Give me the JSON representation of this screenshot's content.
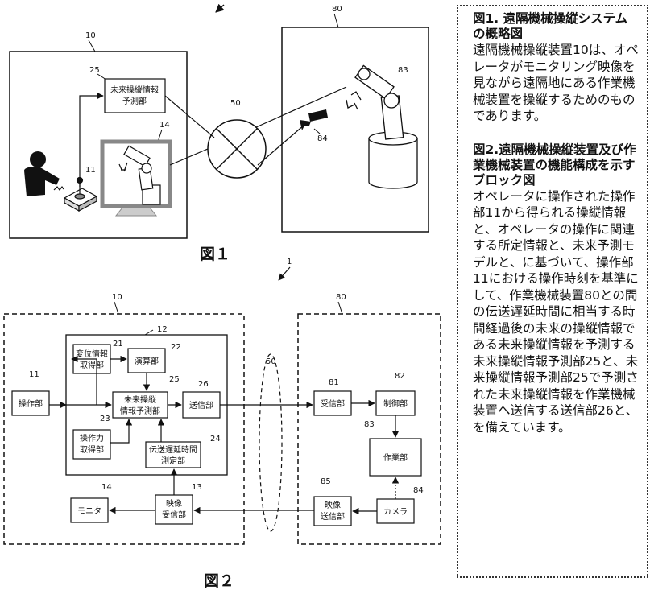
{
  "figure1": {
    "caption": "図１",
    "labels": {
      "n10": "10",
      "n80": "80",
      "n25": "25",
      "n50": "50",
      "n14": "14",
      "n11": "11",
      "n83": "83",
      "n84": "84"
    },
    "box_text": [
      "未来操縦情報",
      "予測部"
    ]
  },
  "figure2": {
    "caption": "図２",
    "labels": {
      "n1": "1",
      "n10": "10",
      "n12": "12",
      "n80": "80",
      "n50": "50",
      "n21": "21",
      "n22": "22",
      "n25": "25",
      "n26": "26",
      "n11": "11",
      "n23": "23",
      "n24": "24",
      "n81": "81",
      "n82": "82",
      "n83": "83",
      "n14": "14",
      "n13": "13",
      "n85": "85",
      "n84": "84"
    },
    "blocks": {
      "henko": [
        "変位情報",
        "取得部"
      ],
      "enzan": "演算部",
      "mirai": [
        "未来操縦",
        "情報予測部"
      ],
      "soshin": "送信部",
      "sosa": "操作部",
      "sosaryoku": [
        "操作力",
        "取得部"
      ],
      "dentatsu": [
        "伝送遅延時間",
        "測定部"
      ],
      "monitor": "モニタ",
      "eizo_jushin": [
        "映像",
        "受信部"
      ],
      "jushin": "受信部",
      "seigyo": "制御部",
      "sagyo": "作業部",
      "camera": "カメラ",
      "eizo_soshin": [
        "映像",
        "送信部"
      ]
    }
  },
  "description": {
    "fig1_title": "図1. 遠隔機械操縦システムの概略図",
    "fig1_body": "遠隔機械操縦装置10は、オペレータがモニタリング映像を見ながら遠隔地にある作業機械装置を操縦するためのものであります。",
    "fig2_title": "図2.遠隔機械操縦装置及び作業機械装置の機能構成を示すブロック図",
    "fig2_body": "オペレータに操作された操作部11から得られる操縦情報と、オペレータの操作に関連する所定情報と、未来予測モデルと、に基づいて、操作部11における操作時刻を基準にして、作業機械装置80との間の伝送遅延時間に相当する時間経過後の未来の操縦情報である未来操縦情報を予測する未来操縦情報予測部25と、未来操縦情報予測部25で予測された未来操縦情報を作業機械装置へ送信する送信部26と、を備えています。"
  }
}
